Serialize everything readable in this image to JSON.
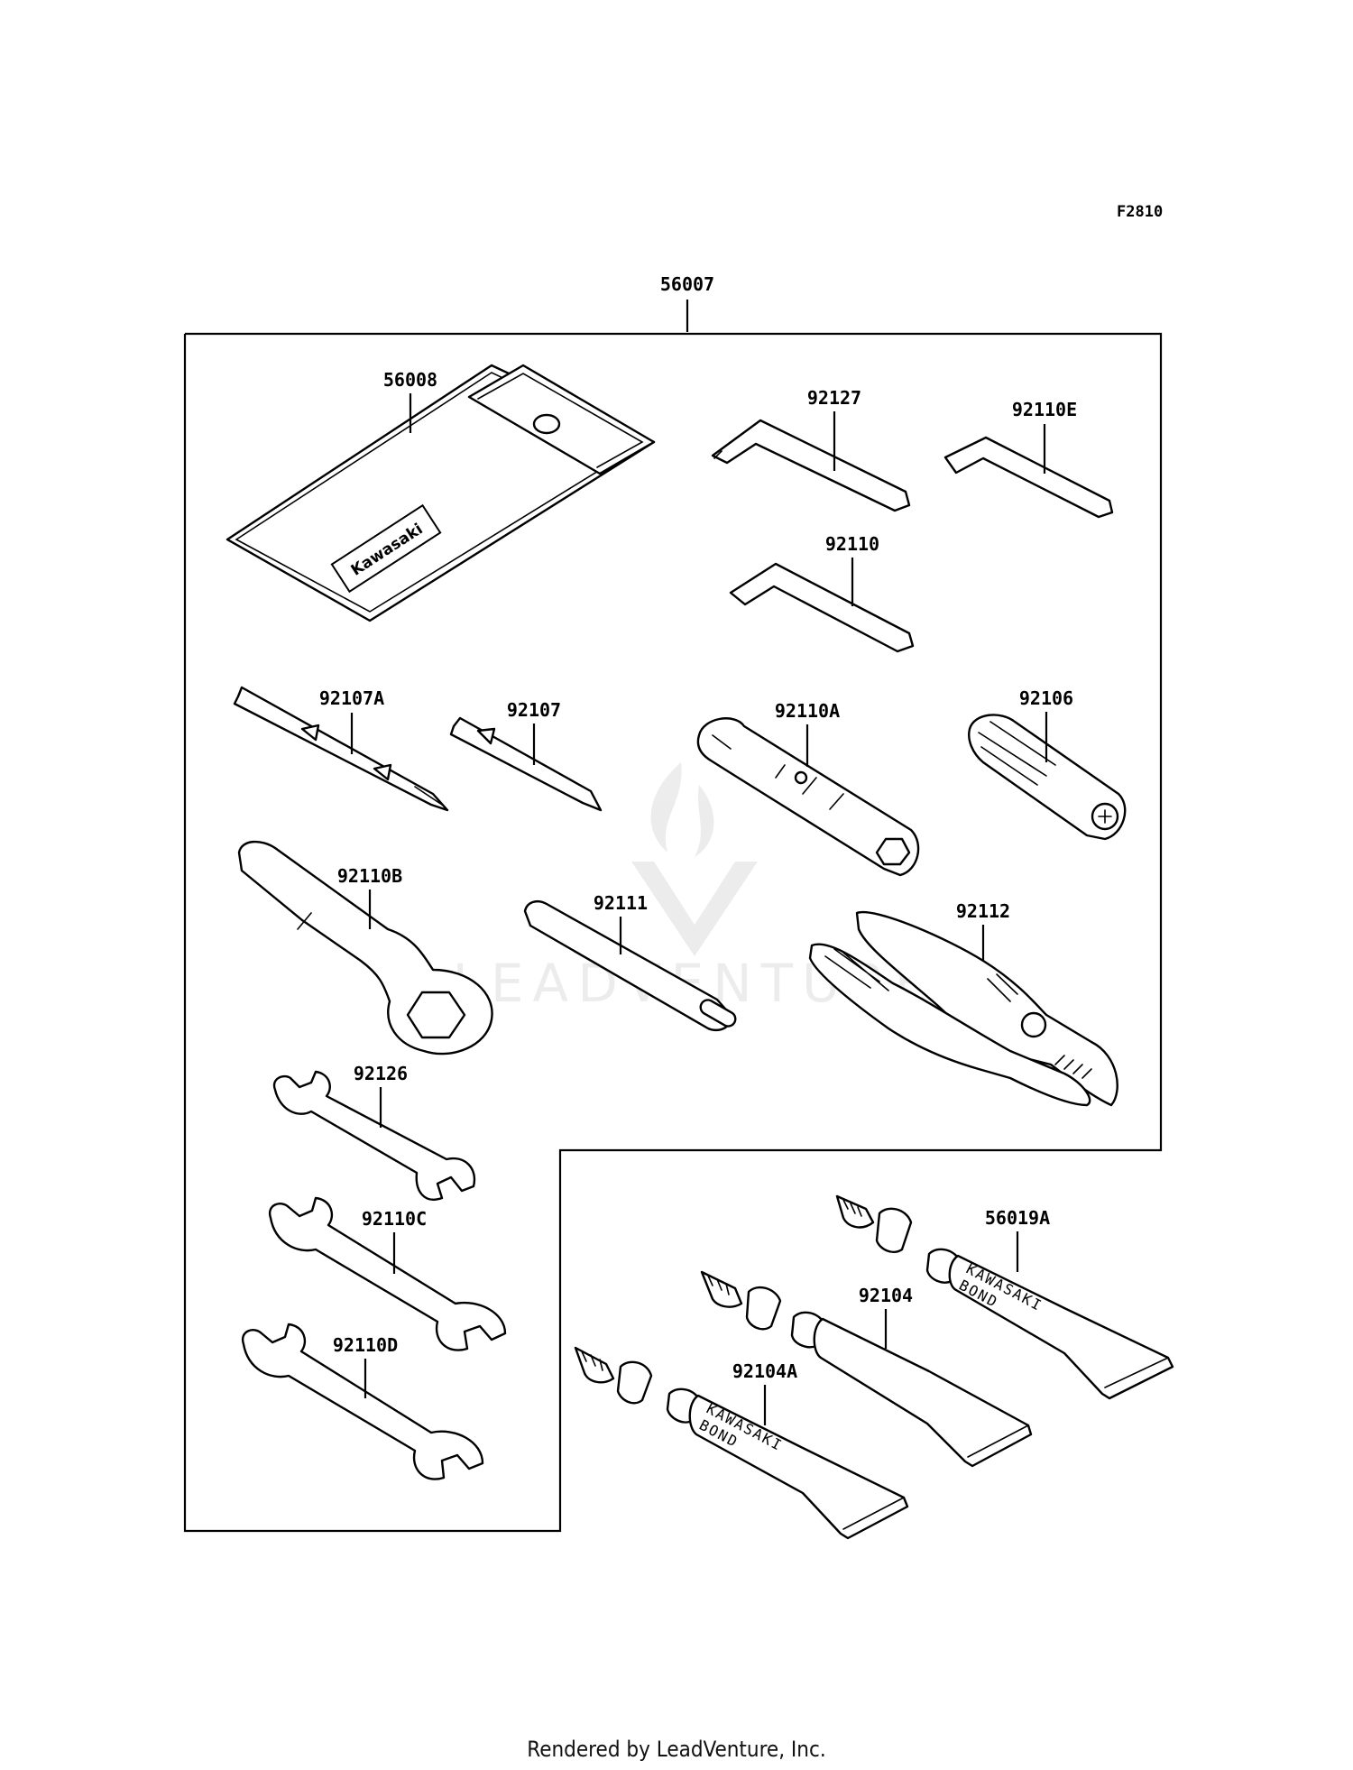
{
  "figure_code": "F2810",
  "assembly_label": "56007",
  "parts": {
    "pouch": "56008",
    "hex_key_a": "92127",
    "hex_key_e": "92110E",
    "hex_key": "92110",
    "screwdriver_a": "92107A",
    "screwdriver": "92107",
    "socket_wrench": "92110A",
    "adapter": "92106",
    "ring_wrench": "92110B",
    "handle_bar": "92111",
    "pliers": "92112",
    "open_wrench_a": "92126",
    "open_wrench_c": "92110C",
    "open_wrench_d": "92110D",
    "bond_a": "56019A",
    "grease_tube": "92104",
    "bond_b": "92104A"
  },
  "pouch_logo_text": "Kawasaki",
  "tube_text_line1": "KAWASAKI",
  "tube_text_line2": "BOND",
  "watermark": "LEADVENTURE",
  "footer": "Rendered by LeadVenture, Inc."
}
